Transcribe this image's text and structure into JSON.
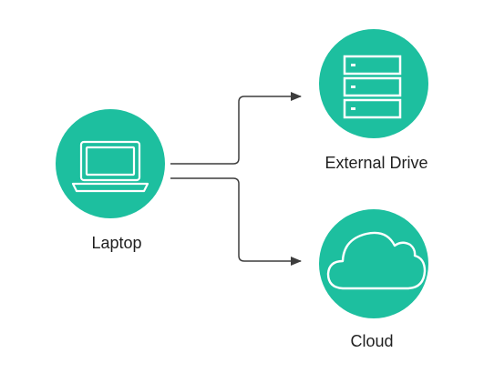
{
  "nodes": {
    "laptop": {
      "label": "Laptop",
      "icon": "laptop-icon"
    },
    "external_drive": {
      "label": "External Drive",
      "icon": "server-stack-icon"
    },
    "cloud": {
      "label": "Cloud",
      "icon": "cloud-icon"
    }
  },
  "edges": [
    {
      "from": "Laptop",
      "to": "External Drive"
    },
    {
      "from": "Laptop",
      "to": "Cloud"
    }
  ],
  "colors": {
    "node_fill": "#1dbf9f",
    "icon_stroke": "#ffffff",
    "arrow": "#3d3d3d",
    "text": "#1f1f1f"
  }
}
